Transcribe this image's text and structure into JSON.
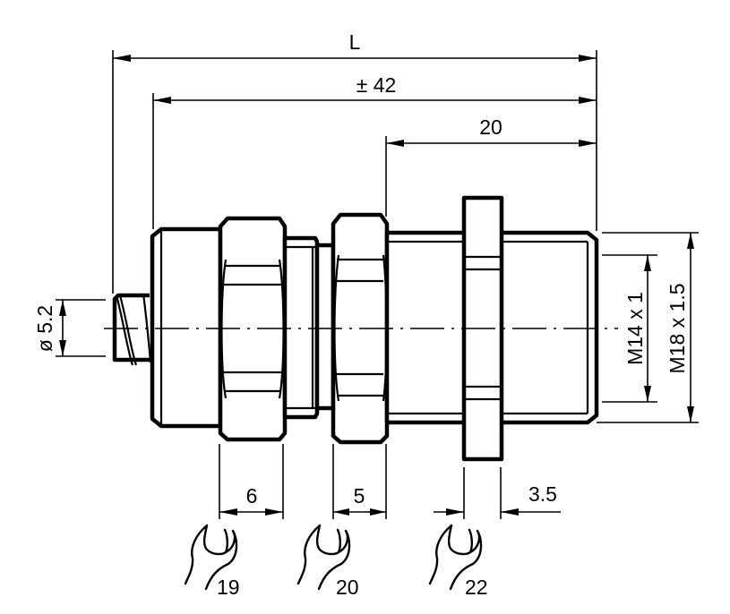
{
  "drawing": {
    "type": "technical-dimension-drawing",
    "colors": {
      "line": "#000000",
      "background": "#ffffff"
    },
    "dimensions": {
      "overall_length": "L",
      "body_length": "± 42",
      "thread_length": "20",
      "cable_diameter": "ø 5.2",
      "inner_thread": "M14 x 1",
      "outer_thread": "M18 x 1.5",
      "nut1_width": "6",
      "nut2_width": "5",
      "flange_width": "3.5"
    },
    "wrench_sizes": [
      {
        "icon": "wrench-icon",
        "size": "19"
      },
      {
        "icon": "wrench-icon",
        "size": "20"
      },
      {
        "icon": "wrench-icon",
        "size": "22"
      }
    ]
  }
}
